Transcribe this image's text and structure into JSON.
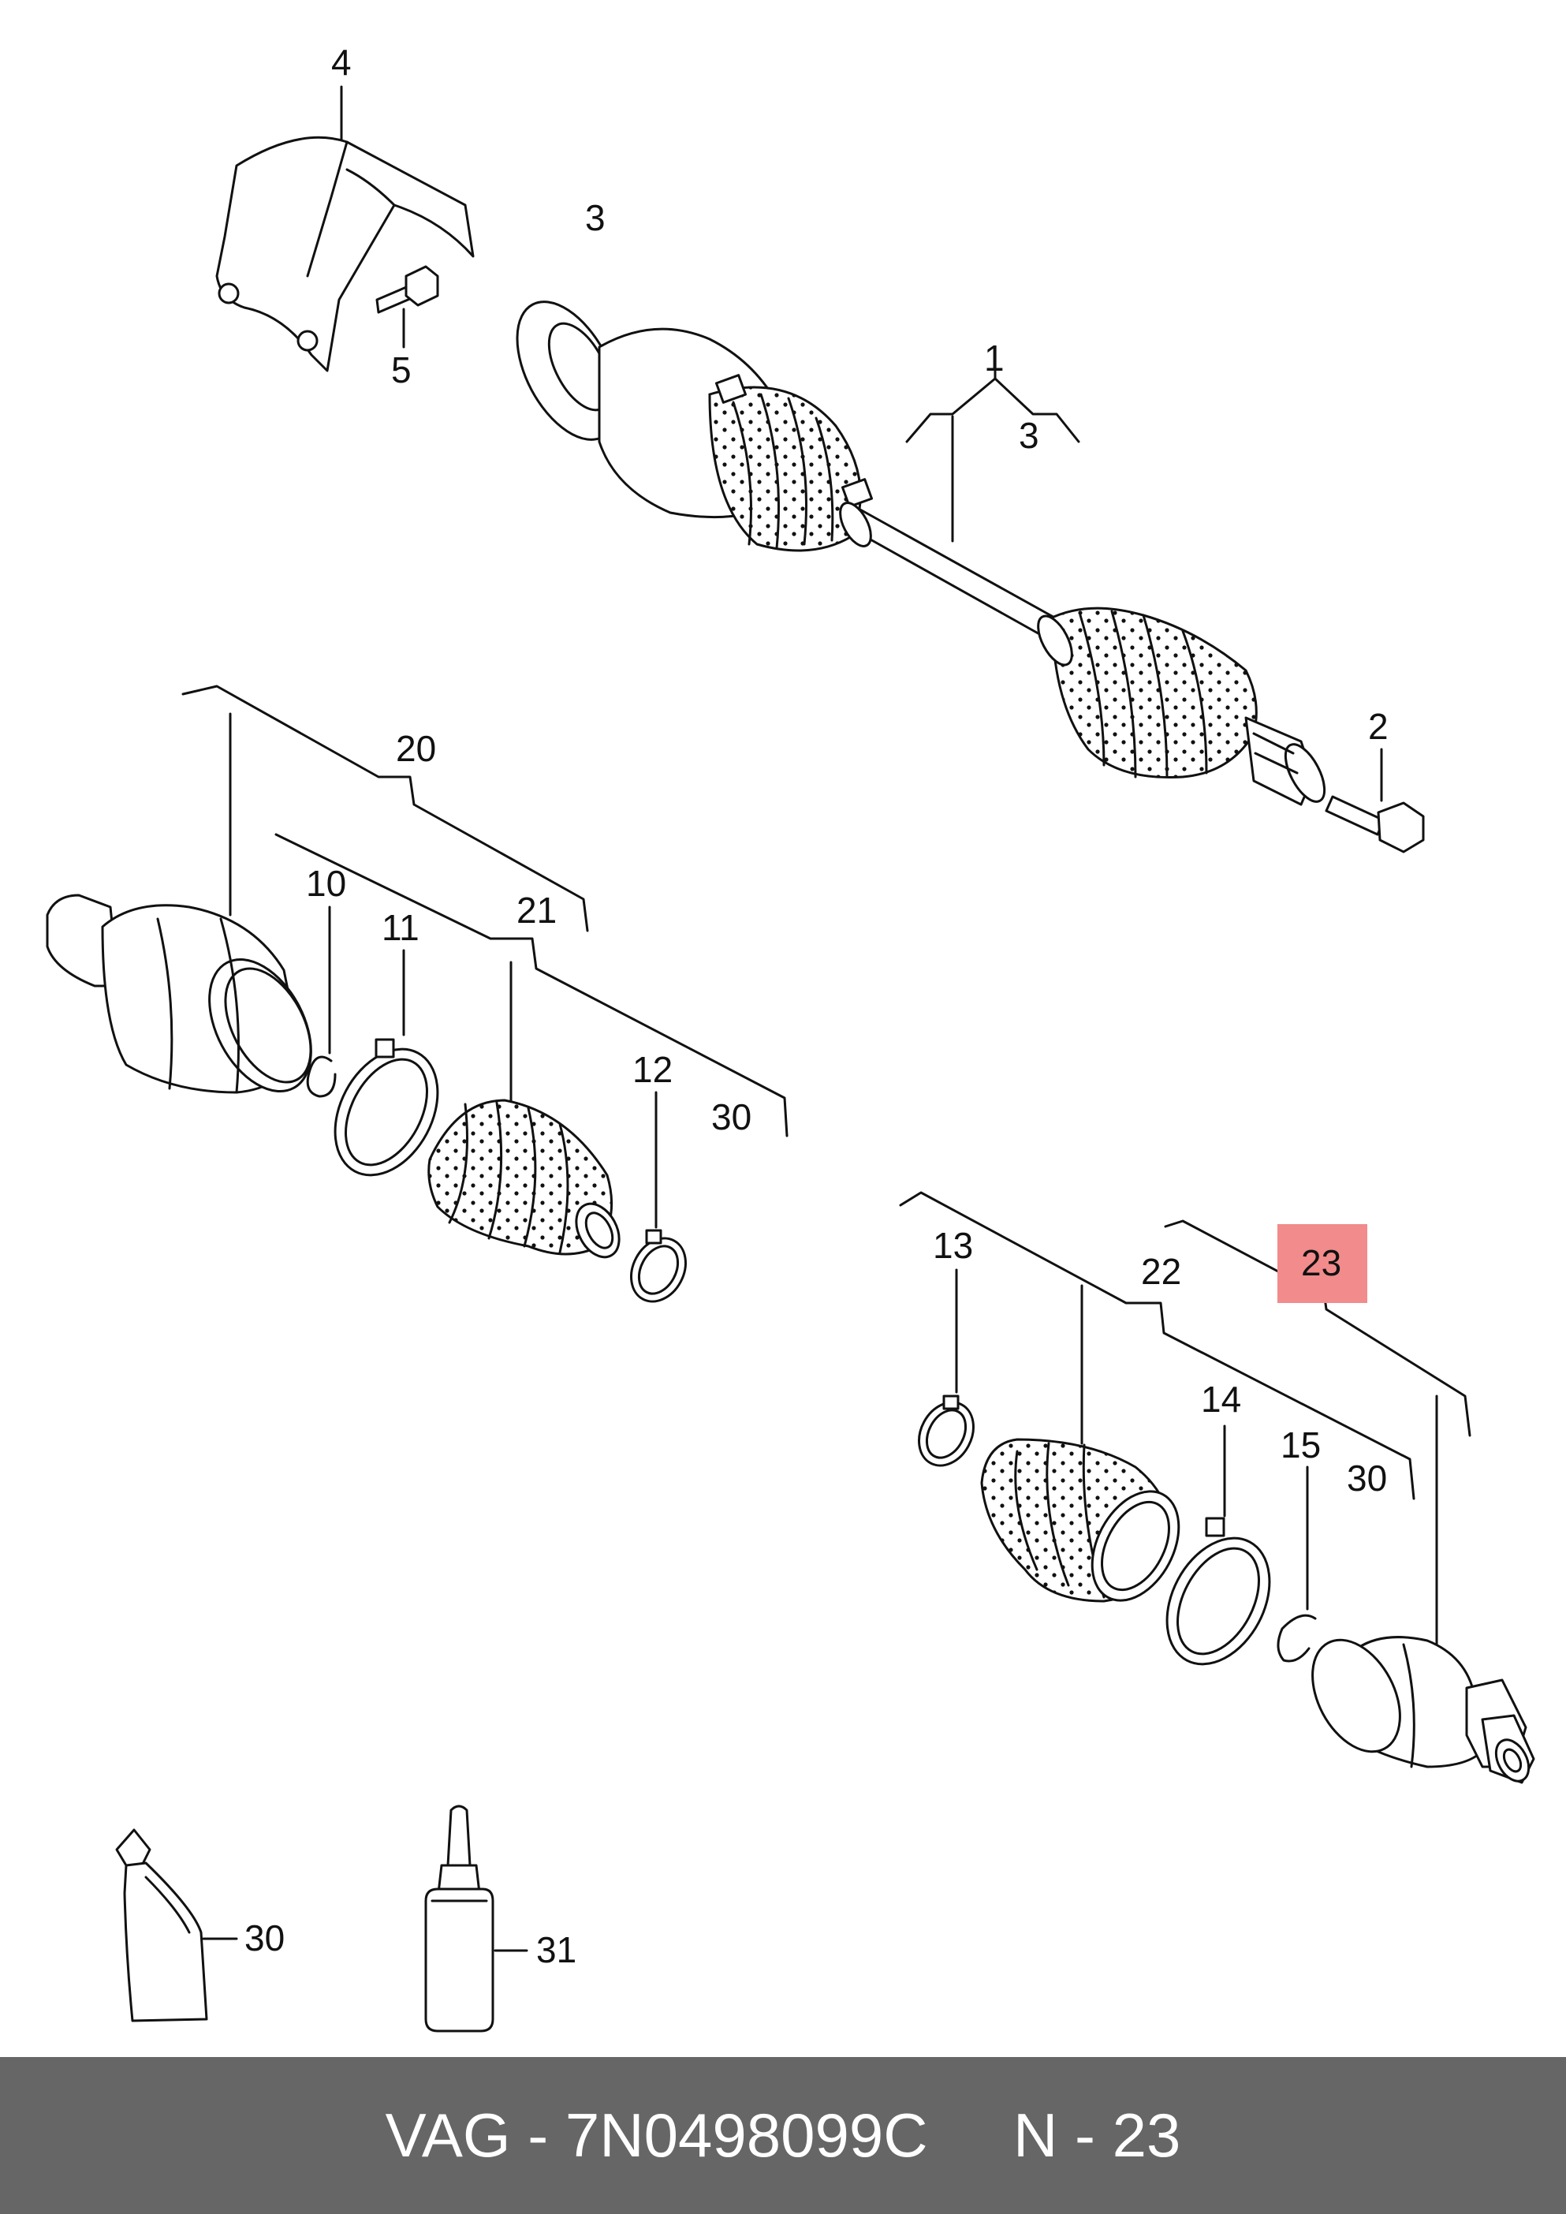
{
  "callouts": {
    "c1": "1",
    "c2": "2",
    "c3a": "3",
    "c3b": "3",
    "c4": "4",
    "c5": "5",
    "c10": "10",
    "c11": "11",
    "c12": "12",
    "c13": "13",
    "c14": "14",
    "c15": "15",
    "c20": "20",
    "c21": "21",
    "c22": "22",
    "c23": "23",
    "c30a": "30",
    "c30b": "30",
    "c30c": "30",
    "c31": "31"
  },
  "highlighted_callout": "23",
  "colors": {
    "highlight": "#f28b8b",
    "footer_bg": "#666666",
    "footer_text": "#ffffff",
    "line": "#111111"
  },
  "footer": {
    "brand": "VAG",
    "part_number": "7N0498099C",
    "ref": "N - 23"
  }
}
